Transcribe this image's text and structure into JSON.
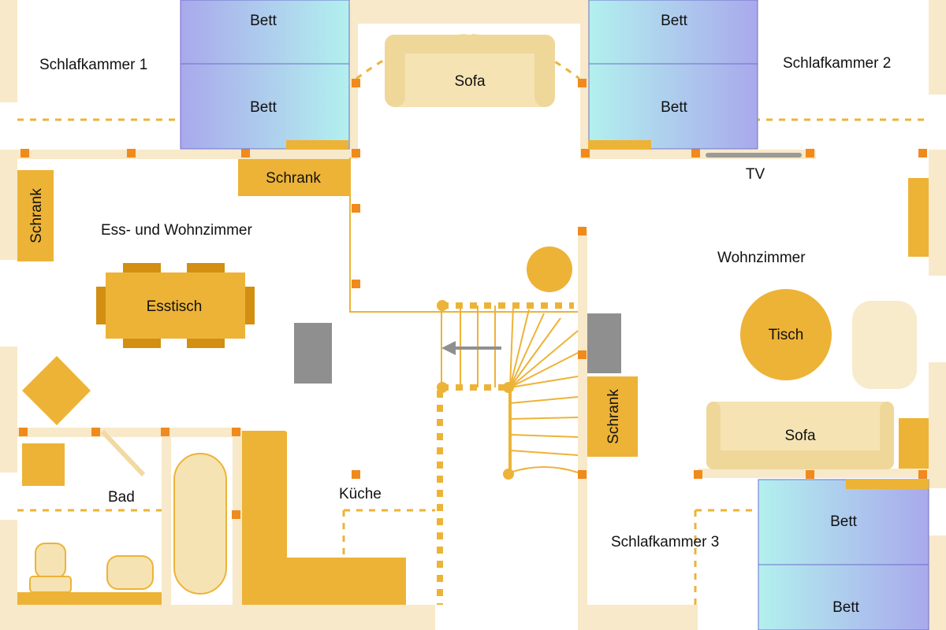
{
  "rooms": {
    "bedroom1": "Schlafkammer 1",
    "bedroom2": "Schlafkammer 2",
    "bedroom3": "Schlafkammer 3",
    "dining_living": "Ess- und Wohnzimmer",
    "living": "Wohnzimmer",
    "bath": "Bad",
    "kitchen": "Küche"
  },
  "furniture": {
    "bed": "Bett",
    "sofa": "Sofa",
    "wardrobe": "Schrank",
    "tv": "TV",
    "dining_table": "Esstisch",
    "table": "Tisch"
  },
  "colors": {
    "wall": "#f7e9c9",
    "furniture": "#edb337",
    "window_marker": "#f08a1c",
    "light_furniture": "#f6e9c5",
    "bed_left": "#a9a9ec",
    "bed_right": "#b2f0ee",
    "dashed_line": "#edb337",
    "chimney": "#8f8f8f"
  }
}
